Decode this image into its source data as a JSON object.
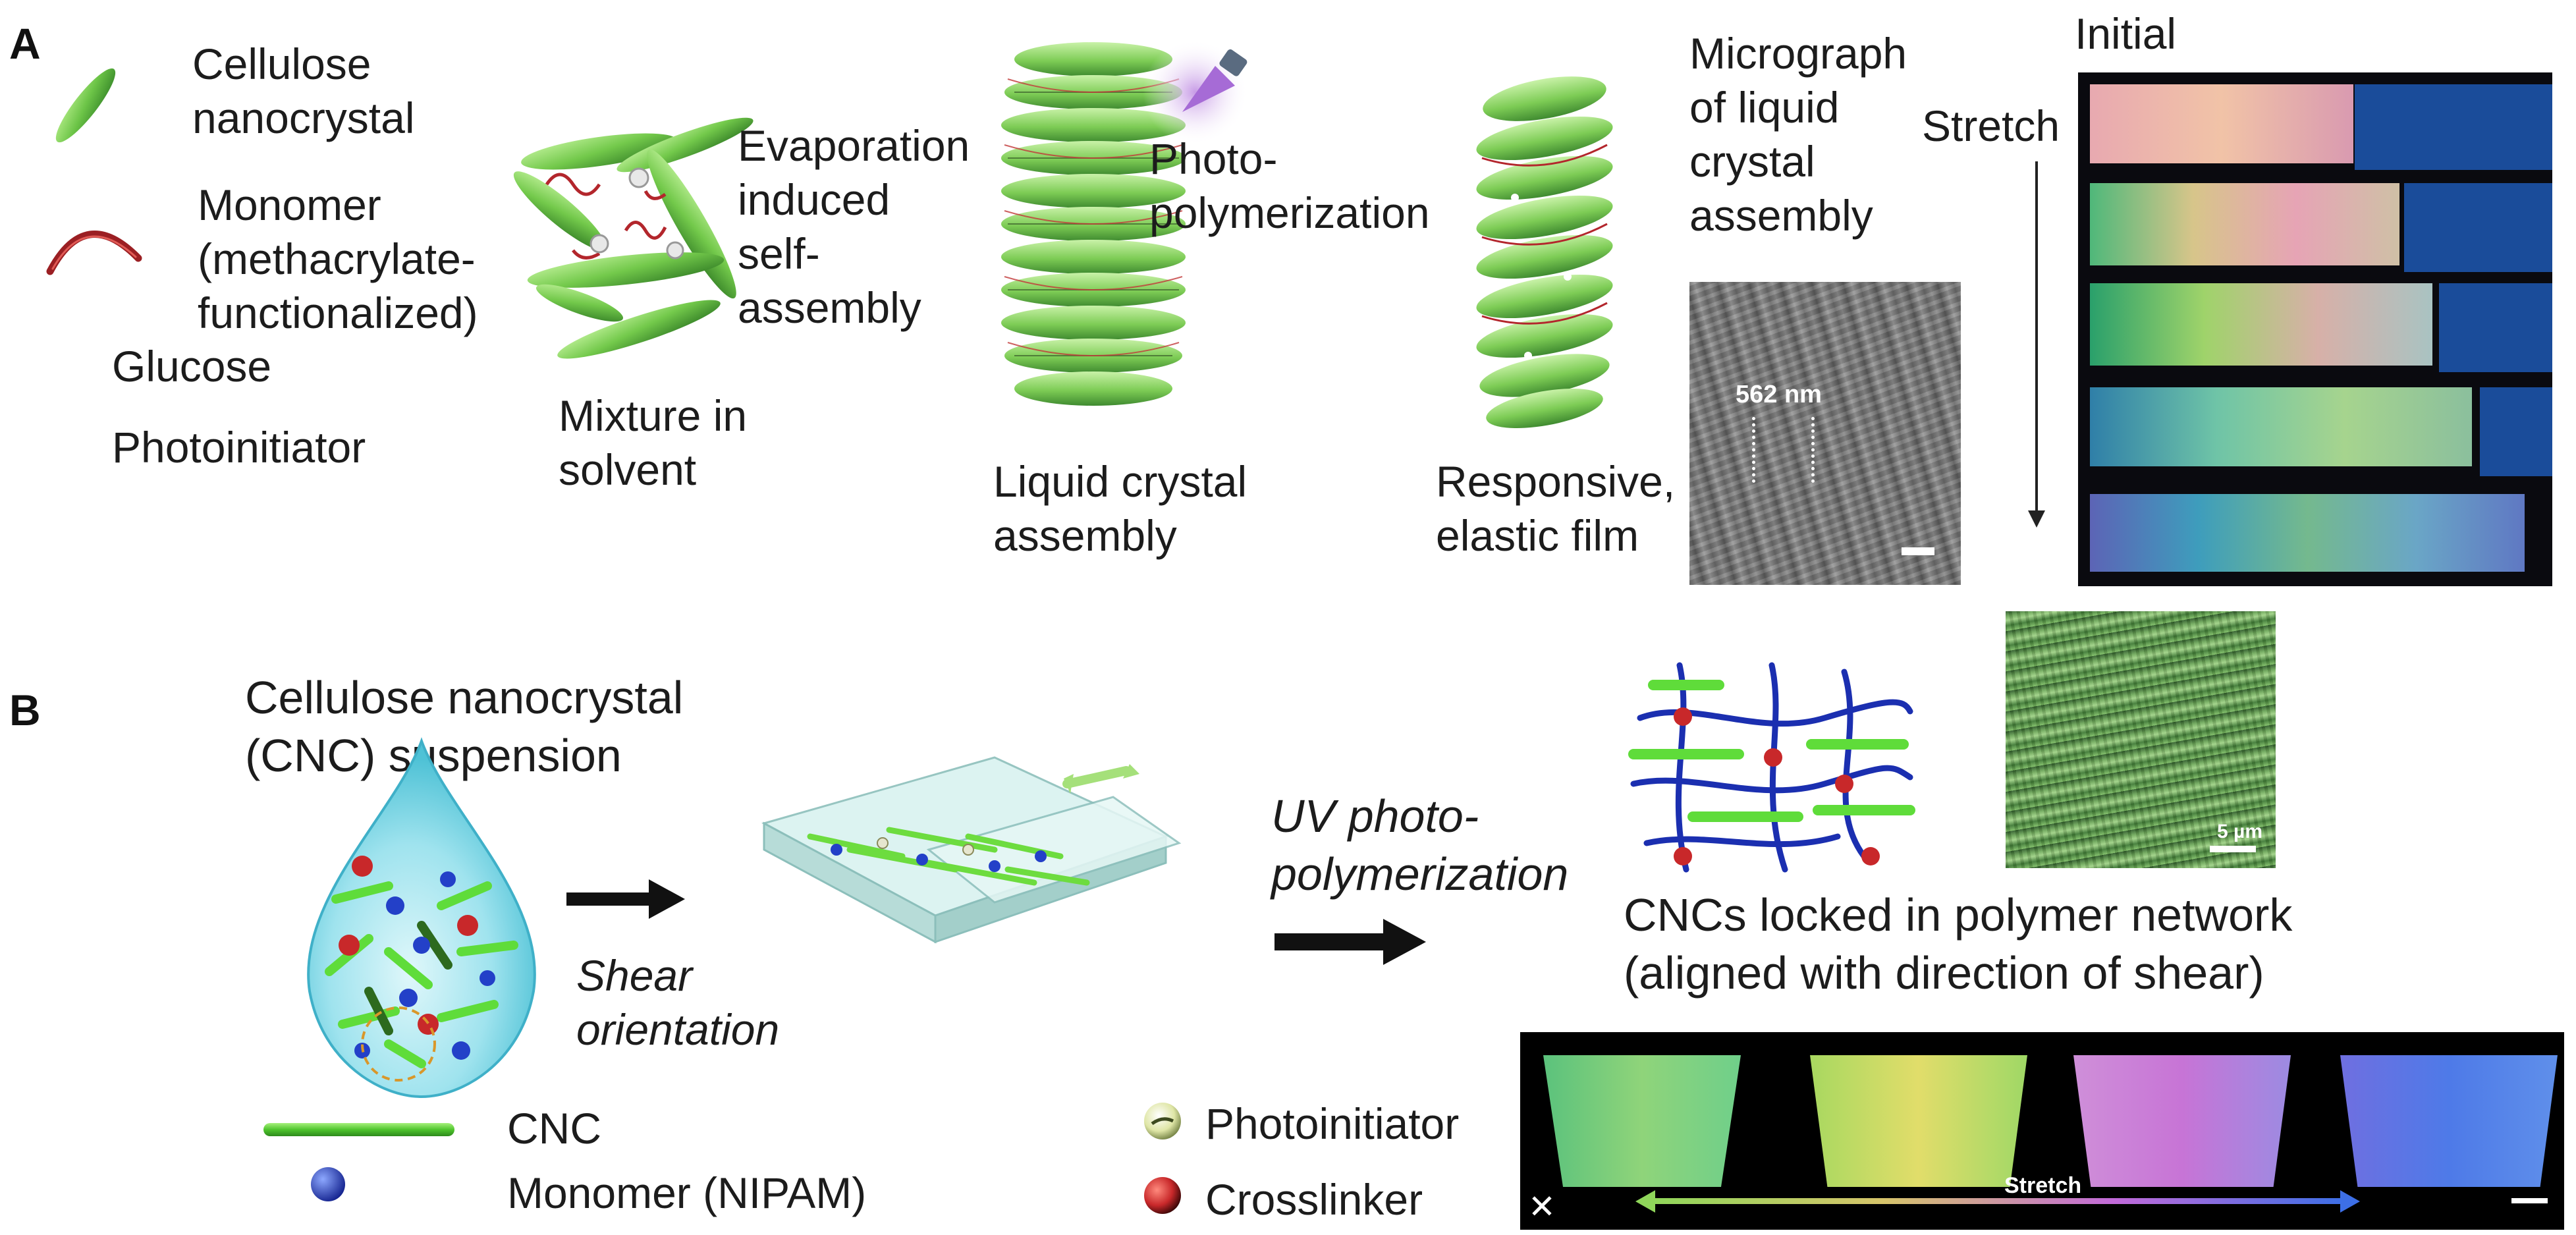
{
  "panel_a": {
    "label": "A",
    "legend": {
      "cnc": "Cellulose\nnanocrystal",
      "monomer": "Monomer\n(methacrylate-\nfunctionalized)",
      "glucose": "Glucose",
      "photoinitiator": "Photoinitiator"
    },
    "steps": {
      "mixture": "Mixture in\nsolvent",
      "evaporation": "Evaporation\ninduced\nself-\nassembly",
      "liquid_crystal": "Liquid crystal\nassembly",
      "photopolymerization": "Photo-\npolymerization",
      "responsive_film": "Responsive,\nelastic film",
      "micrograph": "Micrograph\nof liquid\ncrystal\nassembly",
      "scale_value": "562 nm"
    },
    "stretch_photos": {
      "initial": "Initial",
      "stretch": "Stretch"
    }
  },
  "panel_b": {
    "label": "B",
    "suspension": "Cellulose nanocrystal\n(CNC) suspension",
    "shear": "Shear\norientation",
    "uv": "UV photo-\npolymerization",
    "locked": "CNCs locked in polymer network\n(aligned with direction of shear)",
    "sem_scale": "5 µm",
    "strip_stretch": "Stretch",
    "legend": {
      "cnc": "CNC",
      "monomer": "Monomer (NIPAM)",
      "photoinitiator": "Photoinitiator",
      "crosslinker": "Crosslinker"
    }
  },
  "colors": {
    "cnc_green": "#7ed957",
    "monomer_red": "#b3262c",
    "monomer_blue": "#1f3fbf",
    "crosslinker_red": "#c8282a",
    "network_blue": "#1b2fb0"
  }
}
